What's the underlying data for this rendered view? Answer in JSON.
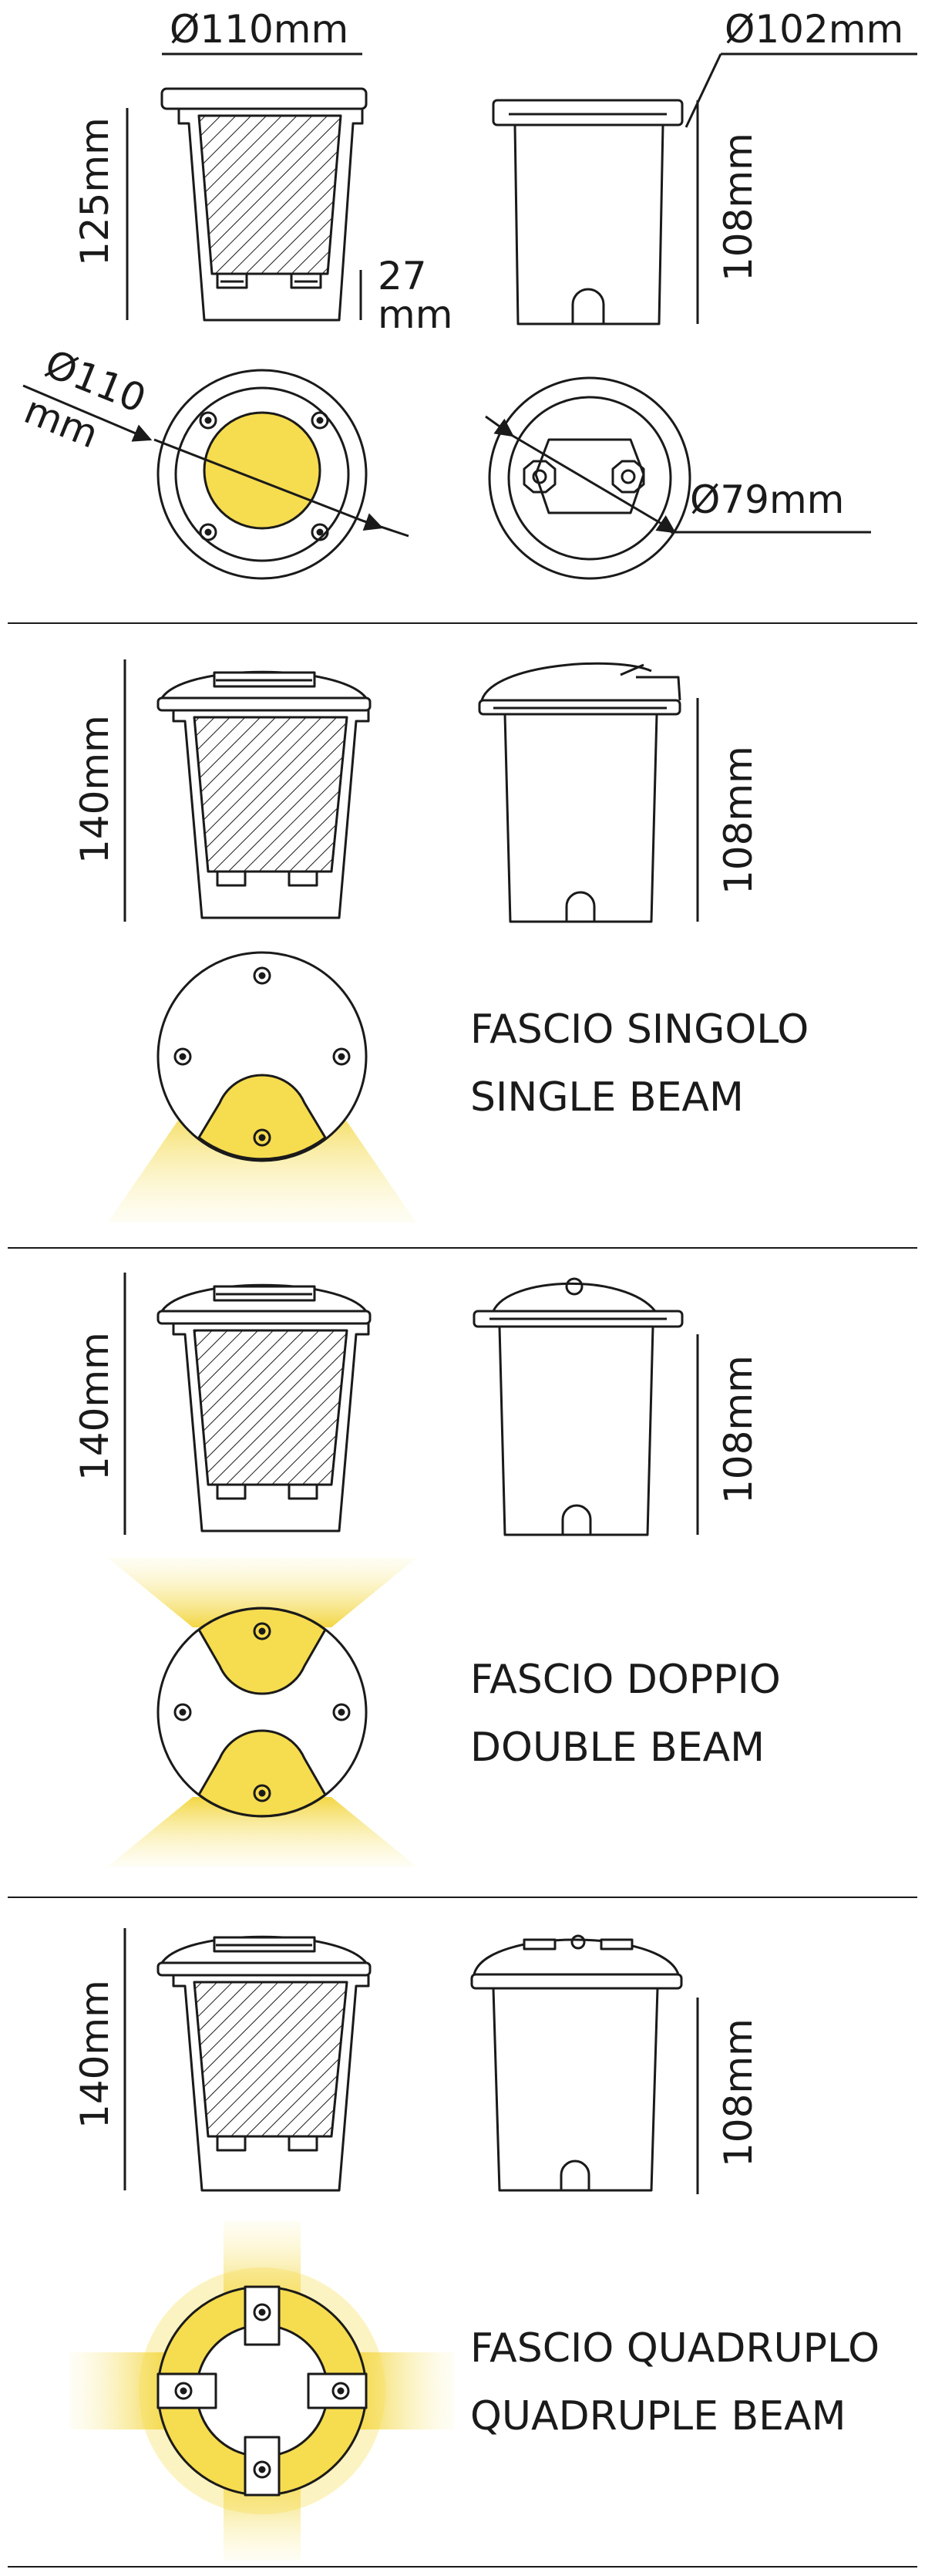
{
  "colors": {
    "line": "#1a1a1a",
    "beam": "#f5e06a",
    "lens": "#f6dc4f",
    "paper": "#ffffff"
  },
  "section1": {
    "dim_top_left": "Ø110mm",
    "dim_top_right": "Ø102mm",
    "height_left": "125mm",
    "height_right": "108mm",
    "depth_a": "27",
    "depth_b": "mm",
    "dia_face_a": "Ø110",
    "dia_face_b": "mm",
    "dia_back": "Ø79mm"
  },
  "section2": {
    "height_left": "140mm",
    "height_right": "108mm",
    "label_it": "FASCIO SINGOLO",
    "label_en": "SINGLE BEAM"
  },
  "section3": {
    "height_left": "140mm",
    "height_right": "108mm",
    "label_it": "FASCIO DOPPIO",
    "label_en": "DOUBLE BEAM"
  },
  "section4": {
    "height_left": "140mm",
    "height_right": "108mm",
    "label_it": "FASCIO QUADRUPLO",
    "label_en": "QUADRUPLE BEAM"
  }
}
